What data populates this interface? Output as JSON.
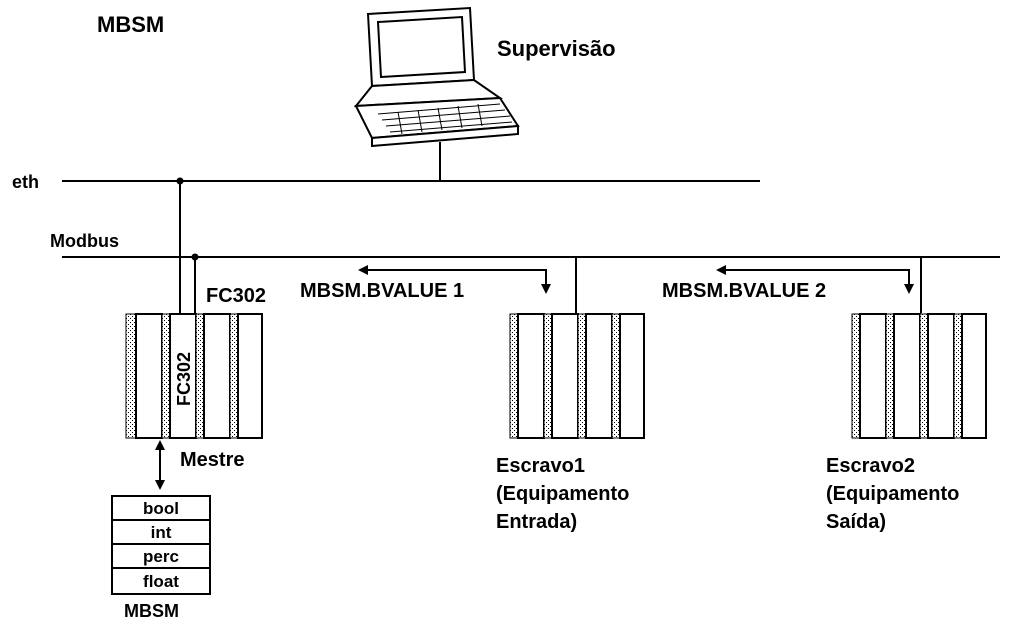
{
  "title": "MBSM",
  "supervision": {
    "label": "Supervisão"
  },
  "networks": {
    "ethernet": "eth",
    "modbus": "Modbus"
  },
  "master": {
    "label": "FC302",
    "module_label": "FC302",
    "role": "Mestre"
  },
  "links": {
    "link1": "MBSM.BVALUE 1",
    "link2": "MBSM.BVALUE 2"
  },
  "slave1": {
    "lines": [
      "Escravo1",
      "(Equipamento",
      "Entrada)"
    ]
  },
  "slave2": {
    "lines": [
      "Escravo2",
      "(Equipamento",
      "Saída)"
    ]
  },
  "memory": {
    "cells": [
      "bool",
      "int",
      "perc",
      "float"
    ],
    "caption": "MBSM"
  }
}
